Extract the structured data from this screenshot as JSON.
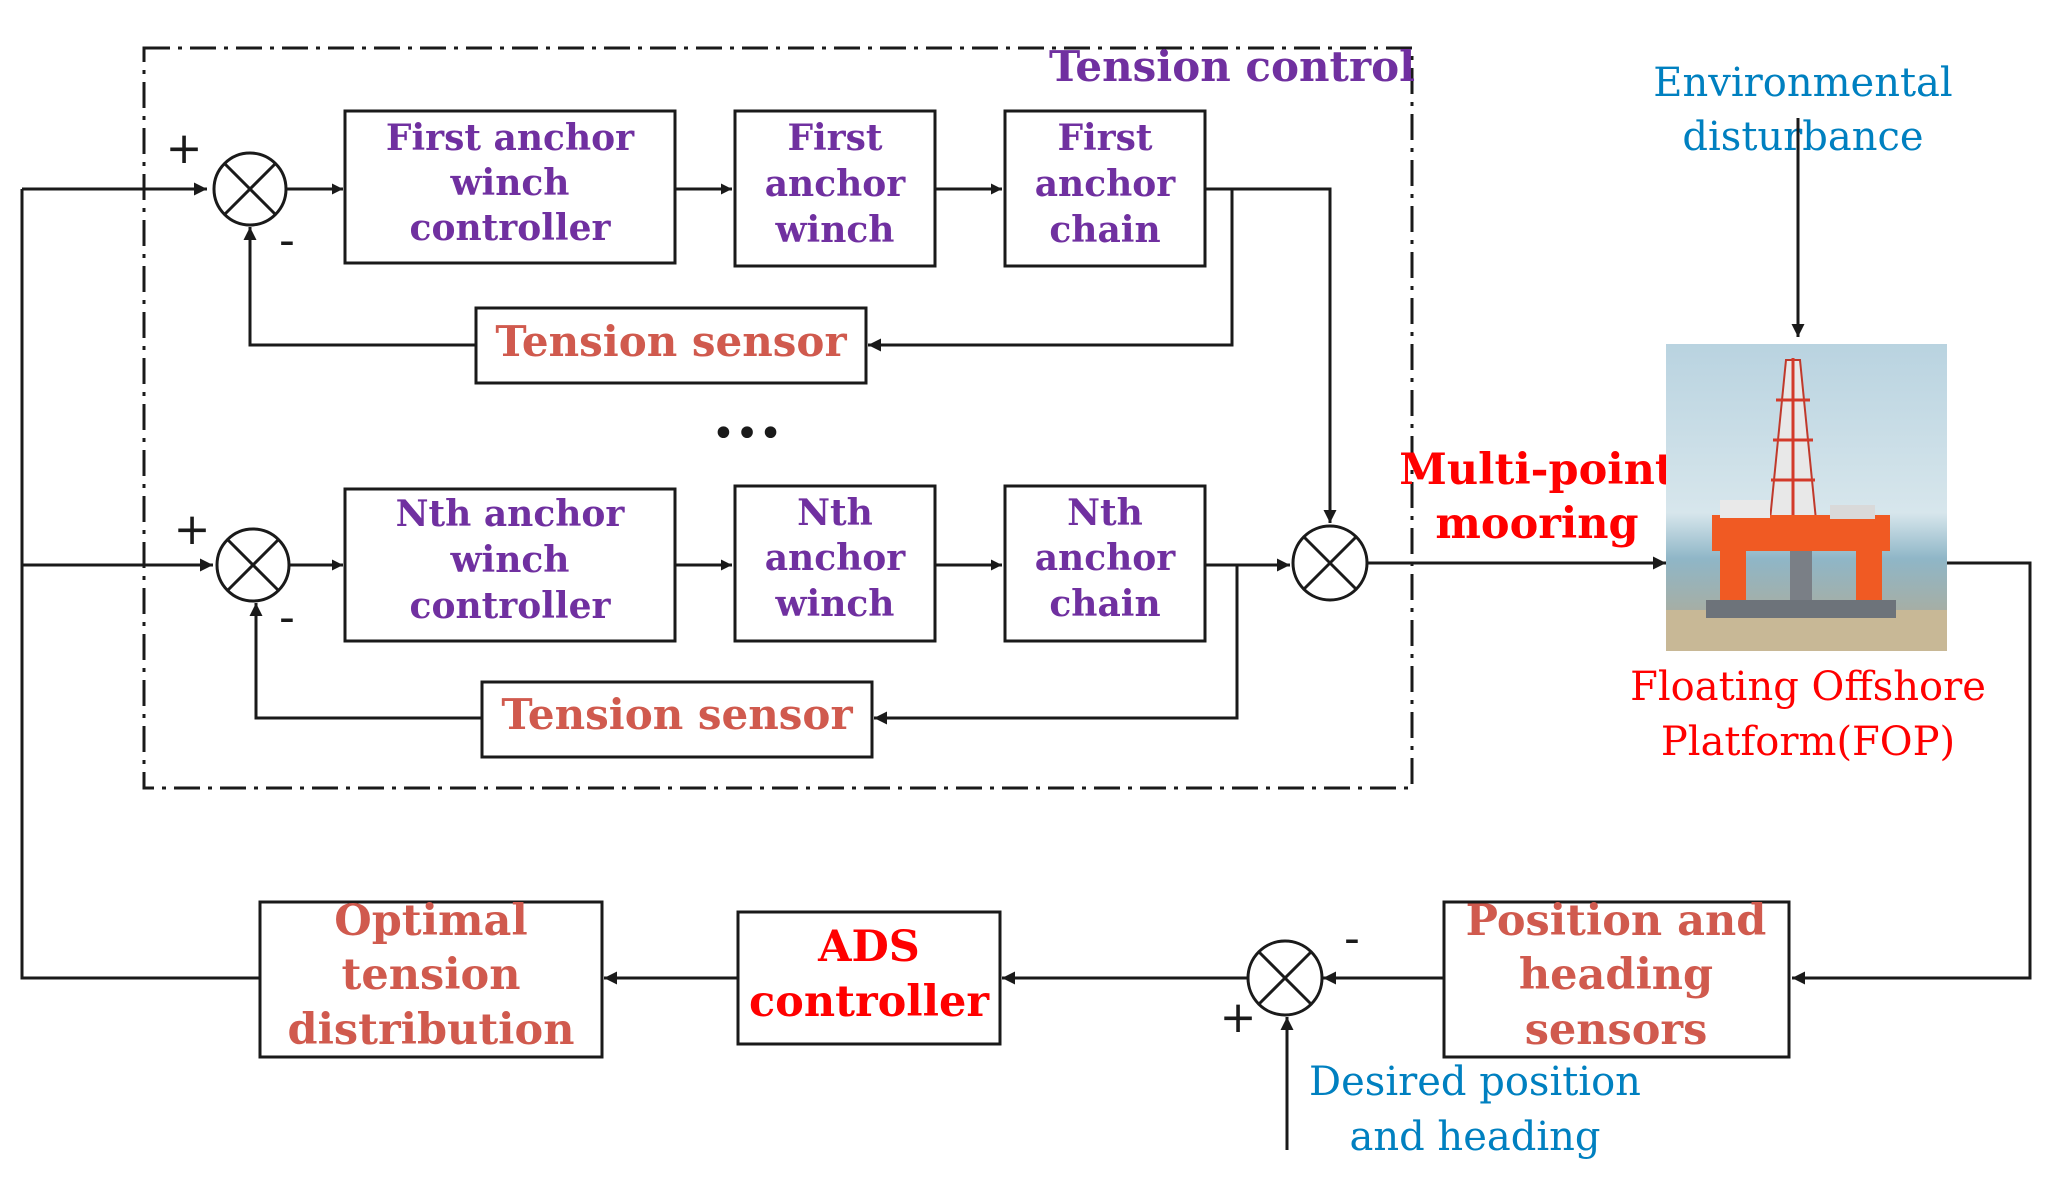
{
  "tension_control": {
    "title": "Tension control"
  },
  "loop1": {
    "controller": [
      "First anchor",
      "winch",
      "controller"
    ],
    "winch": [
      "First",
      "anchor",
      "winch"
    ],
    "chain": [
      "First",
      "anchor",
      "chain"
    ],
    "sensor": "Tension sensor"
  },
  "ellipsis": "•••",
  "loopN": {
    "controller": [
      "Nth anchor",
      "winch",
      "controller"
    ],
    "winch": [
      "Nth",
      "anchor",
      "winch"
    ],
    "chain": [
      "Nth",
      "anchor",
      "chain"
    ],
    "sensor": "Tension sensor"
  },
  "mooring": [
    "Multi-point",
    "mooring"
  ],
  "environment": [
    "Environmental",
    "disturbance"
  ],
  "platform": [
    "Floating Offshore",
    "Platform(FOP)"
  ],
  "position_sensors": [
    "Position and",
    "heading",
    "sensors"
  ],
  "ads_controller": [
    "ADS",
    "controller"
  ],
  "optimal": [
    "Optimal",
    "tension",
    "distribution"
  ],
  "desired": [
    "Desired position",
    "and heading"
  ],
  "signs": {
    "plus": "+",
    "minus": "-"
  },
  "colors": {
    "purple": "#7030a0",
    "salmon": "#d05a4e",
    "red": "#ff0000",
    "blue": "#0080c0",
    "sea": "#9ec3d3",
    "rig": "#f05a23"
  }
}
